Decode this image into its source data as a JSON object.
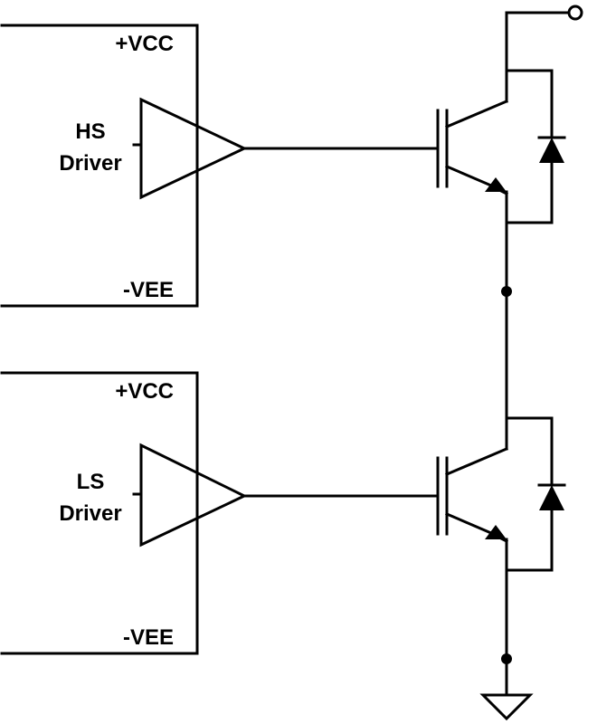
{
  "diagram": {
    "high_side": {
      "supply_positive": "+VCC",
      "supply_negative": "-VEE",
      "driver_label_line1": "HS",
      "driver_label_line2": "Driver"
    },
    "low_side": {
      "supply_positive": "+VCC",
      "supply_negative": "-VEE",
      "driver_label_line1": "LS",
      "driver_label_line2": "Driver"
    },
    "components": {
      "switch_type": "IGBT",
      "freewheel": "diode",
      "output_terminal": "open-circle",
      "ground_symbol": "ground"
    }
  }
}
